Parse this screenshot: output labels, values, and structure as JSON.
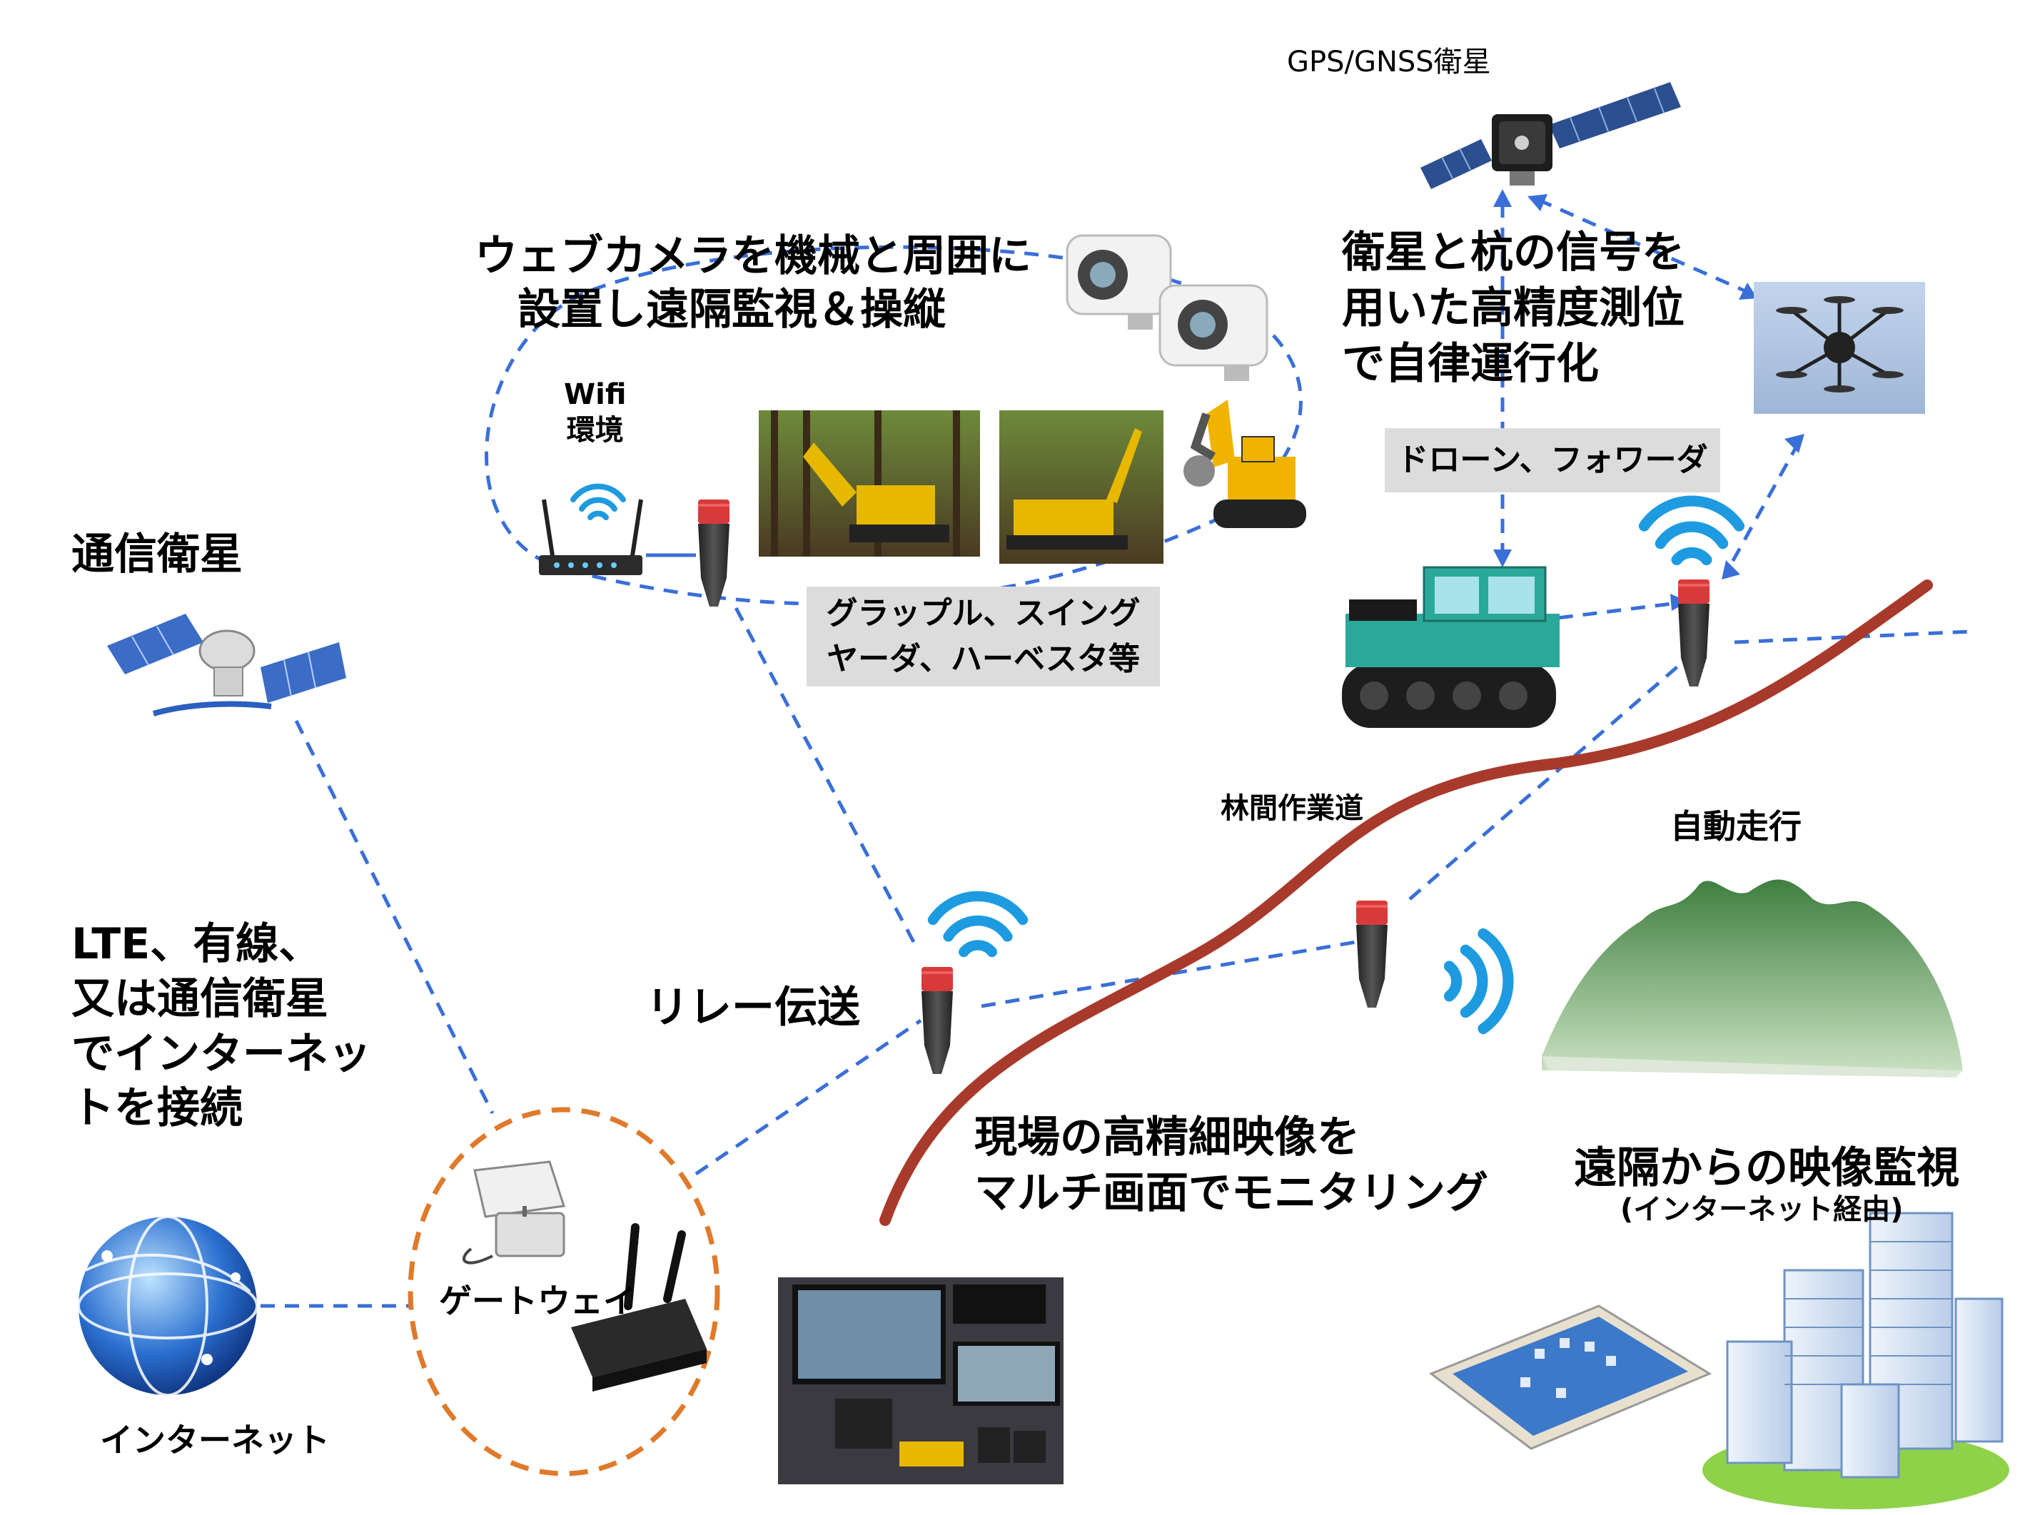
{
  "labels": {
    "gnss_satellite": "GPS/GNSS衛星",
    "webcam_title": [
      "ウェブカメラを機械と周囲に",
      "設置し遠隔監視＆操縦"
    ],
    "wifi": [
      "Wifi",
      "環境"
    ],
    "satellite_positioning": [
      "衛星と杭の信号を",
      "用いた高精度測位",
      "で自律運行化"
    ],
    "drone_forwarder": "ドローン、フォワーダ",
    "comm_satellite": "通信衛星",
    "machines": [
      "グラップル、スイング",
      "ヤーダ、ハーベスタ等"
    ],
    "forest_road": "林間作業道",
    "autonomous": "自動走行",
    "connection": [
      "LTE、有線、",
      "又は通信衛星",
      "でインターネッ",
      "トを接続"
    ],
    "relay": "リレー伝送",
    "multiscreen": [
      "現場の高精細映像を",
      "マルチ画面でモニタリング"
    ],
    "remote_monitoring": "遠隔からの映像監視",
    "via_internet": "(インターネット経由)",
    "gateway": "ゲートウェイ",
    "internet": "インターネット"
  },
  "icons": {
    "gnss_satellite": "satellite-icon",
    "comm_satellite": "satellite-dish-icon",
    "drone": "drone-icon",
    "wifi_router": "wifi-router-icon",
    "webcam": "webcam-icon",
    "relay": "relay-node-icon",
    "signal": "wifi-signal-icon",
    "forwarder": "tracked-carrier-icon",
    "excavator": "excavator-icon",
    "mountain": "mountain-icon",
    "globe": "globe-icon",
    "gateway_router": "lte-router-icon",
    "starlink": "satellite-dish-icon",
    "tablet": "tablet-icon",
    "city": "city-buildings-icon",
    "monitor_station": "monitor-station-icon"
  },
  "colors": {
    "link_dashed": "#3a6fd8",
    "gateway_ring": "#e07a2b",
    "forest_road": "#a83a2c",
    "signal_blue": "#1e9be0",
    "relay_red": "#d83a3a",
    "mountain_green": "#5f9a5f",
    "label_box": "#dcdcdc"
  }
}
